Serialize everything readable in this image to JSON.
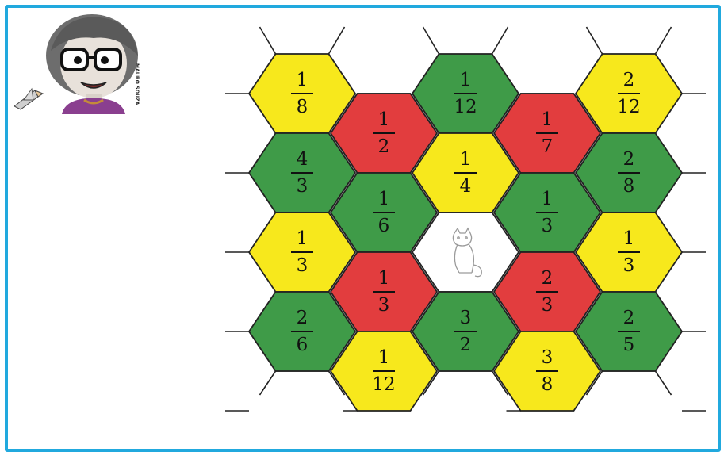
{
  "credit": "MAURO SOUZA",
  "colors": {
    "yellow": "#f7e81c",
    "green": "#3f9b48",
    "red": "#e23d3e",
    "white": "#ffffff",
    "border": "#21a9de",
    "stroke": "#222222"
  },
  "icons": {
    "center": "cat-icon",
    "avatar": "girl-with-glasses-icon",
    "pencil": "pencil-icon"
  },
  "cells": [
    {
      "col": 0,
      "row": 0,
      "num": "1",
      "den": "8",
      "color": "yellow"
    },
    {
      "col": 0,
      "row": 1,
      "num": "4",
      "den": "3",
      "color": "green"
    },
    {
      "col": 0,
      "row": 2,
      "num": "1",
      "den": "3",
      "color": "yellow"
    },
    {
      "col": 0,
      "row": 3,
      "num": "2",
      "den": "6",
      "color": "green"
    },
    {
      "col": 1,
      "row": 0,
      "num": "1",
      "den": "2",
      "color": "red"
    },
    {
      "col": 1,
      "row": 1,
      "num": "1",
      "den": "6",
      "color": "green"
    },
    {
      "col": 1,
      "row": 2,
      "num": "1",
      "den": "3",
      "color": "red"
    },
    {
      "col": 1,
      "row": 3,
      "num": "1",
      "den": "12",
      "color": "yellow"
    },
    {
      "col": 2,
      "row": 0,
      "num": "1",
      "den": "12",
      "color": "green"
    },
    {
      "col": 2,
      "row": 1,
      "num": "1",
      "den": "4",
      "color": "yellow"
    },
    {
      "col": 2,
      "row": 2,
      "num": "",
      "den": "",
      "color": "white",
      "icon": "cat"
    },
    {
      "col": 2,
      "row": 3,
      "num": "3",
      "den": "2",
      "color": "green"
    },
    {
      "col": 3,
      "row": 0,
      "num": "1",
      "den": "7",
      "color": "red"
    },
    {
      "col": 3,
      "row": 1,
      "num": "1",
      "den": "3",
      "color": "green"
    },
    {
      "col": 3,
      "row": 2,
      "num": "2",
      "den": "3",
      "color": "red"
    },
    {
      "col": 3,
      "row": 3,
      "num": "3",
      "den": "8",
      "color": "yellow"
    },
    {
      "col": 4,
      "row": 0,
      "num": "2",
      "den": "12",
      "color": "yellow"
    },
    {
      "col": 4,
      "row": 1,
      "num": "2",
      "den": "8",
      "color": "green"
    },
    {
      "col": 4,
      "row": 2,
      "num": "1",
      "den": "3",
      "color": "yellow"
    },
    {
      "col": 4,
      "row": 3,
      "num": "2",
      "den": "5",
      "color": "green"
    }
  ]
}
